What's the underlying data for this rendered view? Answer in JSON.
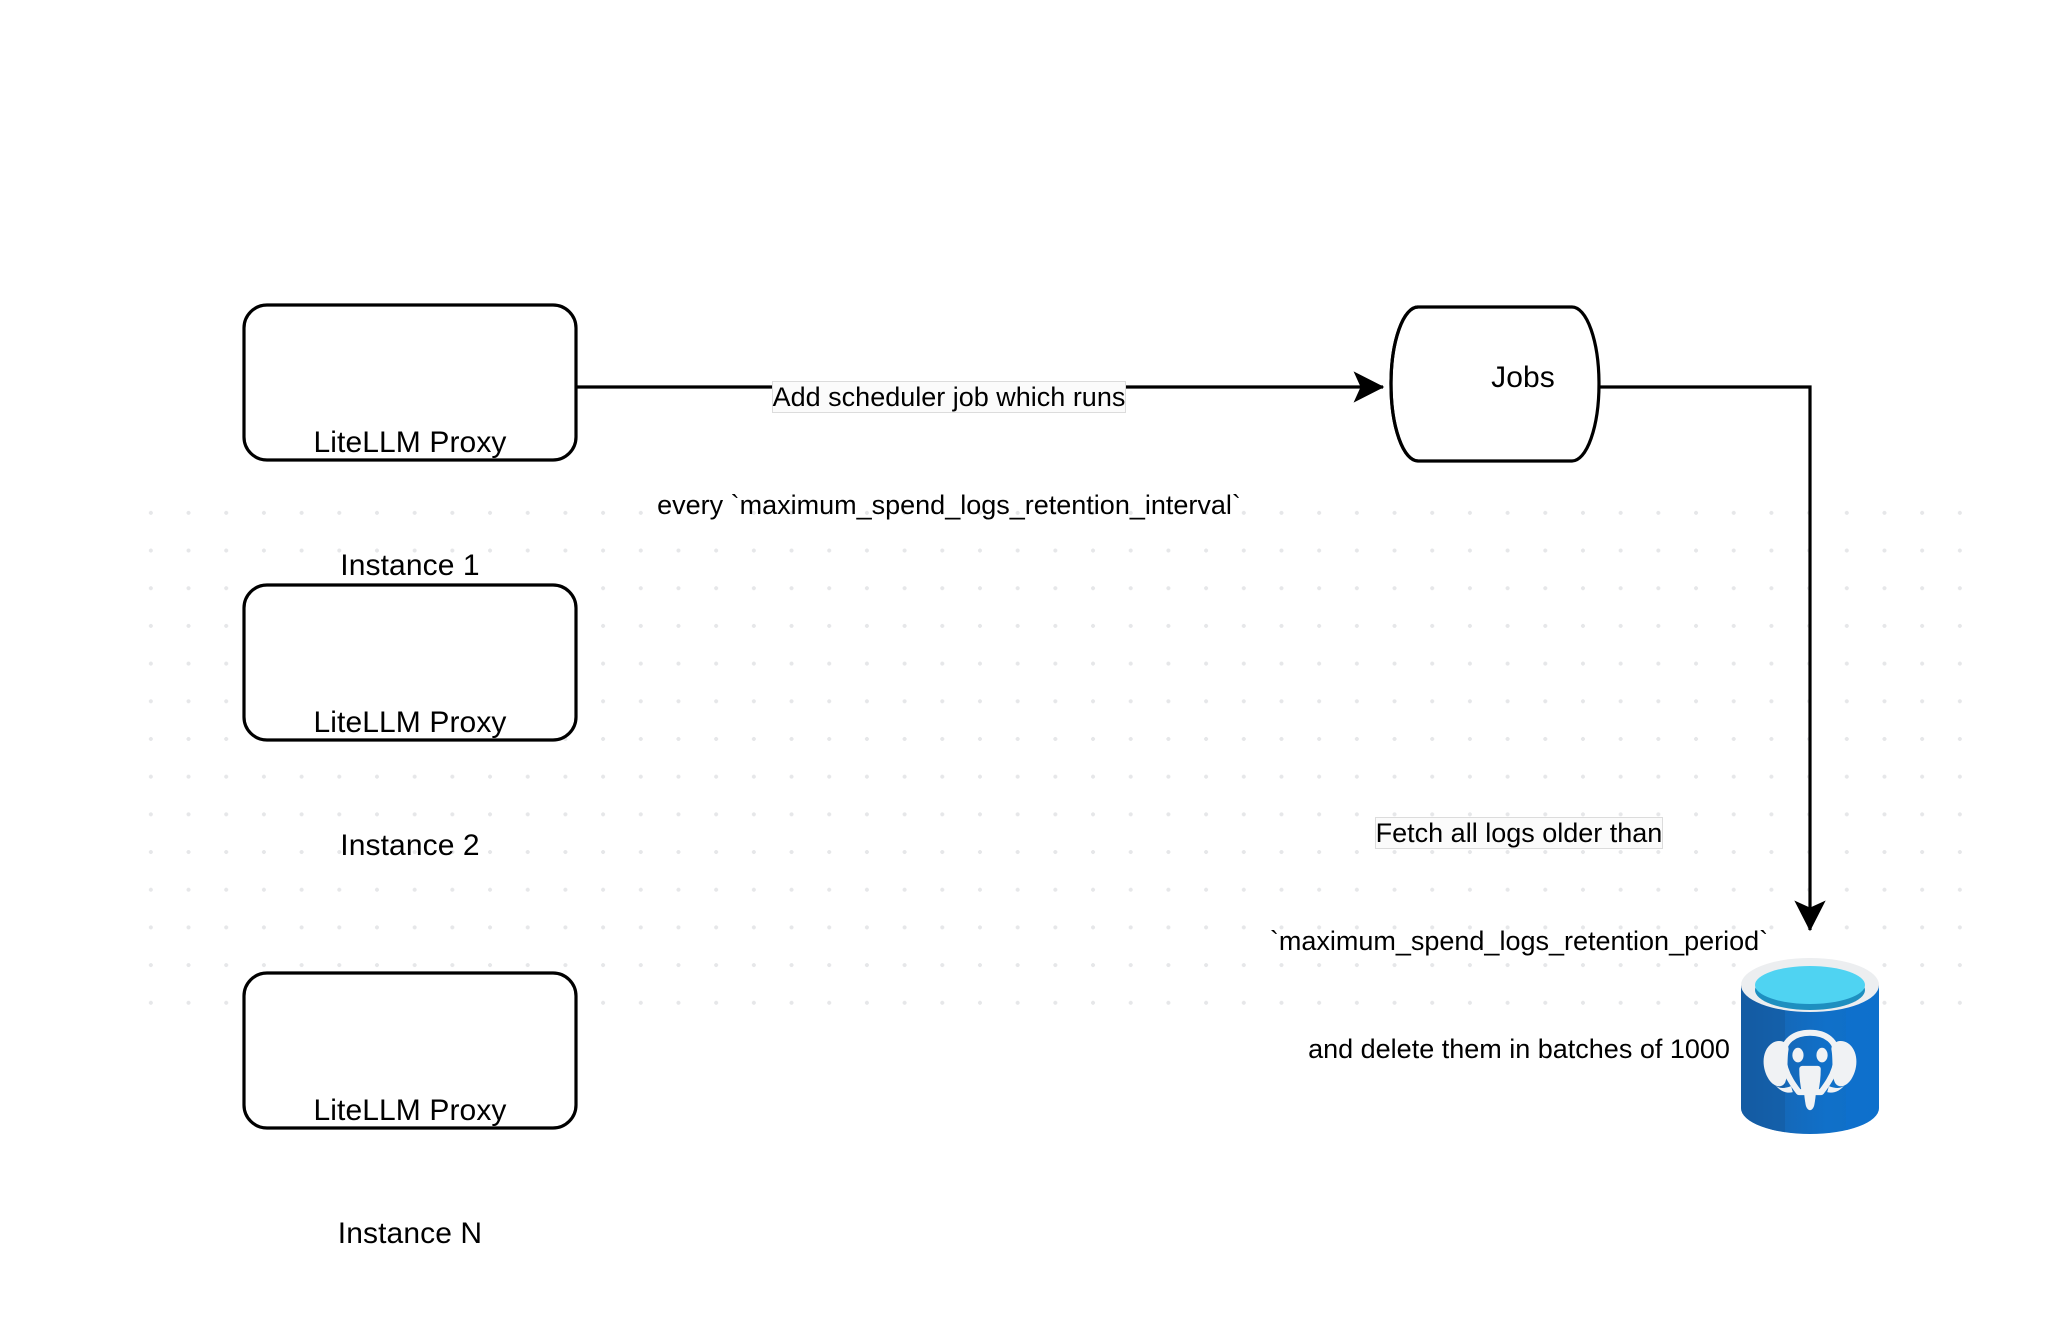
{
  "diagram": {
    "title": "LiteLLM spend logs retention scheduler flow",
    "background_color": "#ffffff",
    "grid_dot_color": "#e6e7e9",
    "stroke_color": "#000000"
  },
  "nodes": {
    "proxy_instances": [
      {
        "id": "proxy-1",
        "line1": "LiteLLM Proxy",
        "line2": "Instance 1"
      },
      {
        "id": "proxy-2",
        "line1": "LiteLLM Proxy",
        "line2": "Instance 2"
      },
      {
        "id": "proxy-3",
        "line1": "LiteLLM Proxy",
        "line2": "Instance N"
      }
    ],
    "jobs_store": {
      "id": "jobs",
      "label": "Jobs",
      "shape": "cylinder-horizontal"
    },
    "database": {
      "id": "postgres",
      "icon": "postgresql-database-icon",
      "body_color": "#1269c4",
      "body_color_dark": "#145ea8",
      "rim_color": "#eceef0",
      "surface_color": "#4fd3f2",
      "surface_shadow_color": "#1e8fc0",
      "elephant_color": "#f0f2f4"
    }
  },
  "edges": [
    {
      "id": "edge-scheduler",
      "from": "proxy-1",
      "to": "jobs",
      "label_line1": "Add scheduler job which runs",
      "label_line2": "every `maximum_spend_logs_retention_interval`",
      "highlight_text": "Add scheduler"
    },
    {
      "id": "edge-fetch-delete",
      "from": "jobs",
      "to": "postgres",
      "label_line1": "Fetch all logs older than",
      "label_line2": "`maximum_spend_logs_retention_period`",
      "label_line3": "and delete them in batches of 1000",
      "highlight_text": "Fetch all logs older than",
      "batch_size": 1000
    }
  ]
}
